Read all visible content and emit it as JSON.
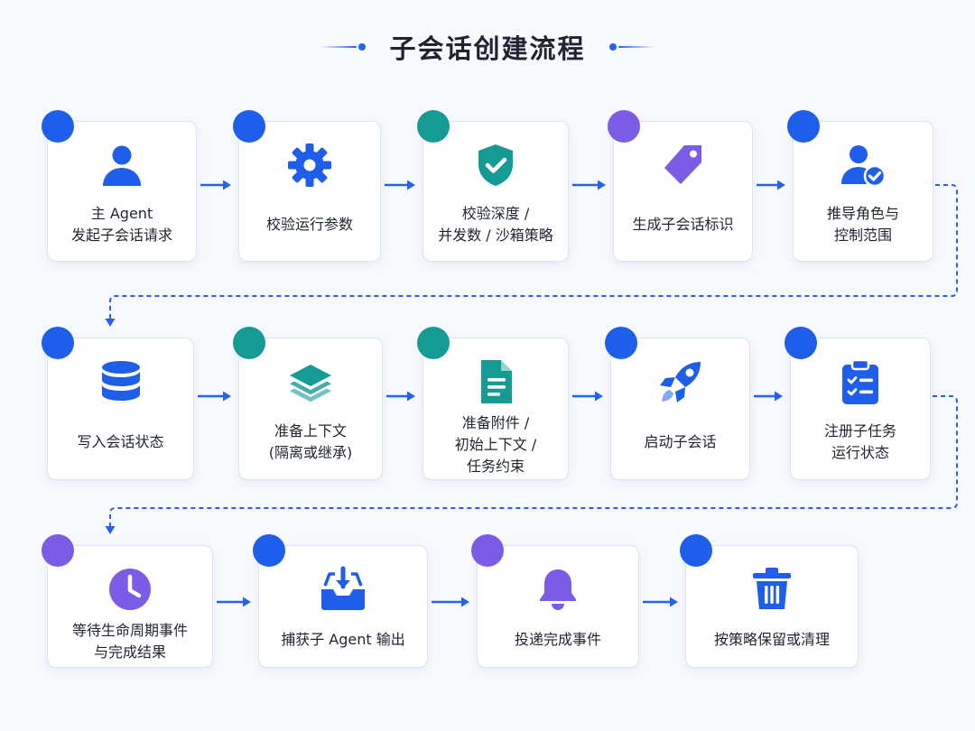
{
  "title": "子会话创建流程",
  "colors": {
    "blue": "#1e5eea",
    "teal": "#169a94",
    "purple": "#7b5ce6",
    "arrow": "#2563eb"
  },
  "steps": [
    {
      "label": "主 Agent\n发起子会话请求",
      "icon": "user-icon",
      "color": "blue"
    },
    {
      "label": "校验运行参数",
      "icon": "gear-icon",
      "color": "blue"
    },
    {
      "label": "校验深度 /\n并发数 / 沙箱策略",
      "icon": "shield-check-icon",
      "color": "teal"
    },
    {
      "label": "生成子会话标识",
      "icon": "tag-icon",
      "color": "purple"
    },
    {
      "label": "推导角色与\n控制范围",
      "icon": "user-check-icon",
      "color": "blue"
    },
    {
      "label": "写入会话状态",
      "icon": "database-icon",
      "color": "blue"
    },
    {
      "label": "准备上下文\n(隔离或继承)",
      "icon": "layers-icon",
      "color": "teal"
    },
    {
      "label": "准备附件 /\n初始上下文 /\n任务约束",
      "icon": "document-icon",
      "color": "teal"
    },
    {
      "label": "启动子会话",
      "icon": "rocket-icon",
      "color": "blue"
    },
    {
      "label": "注册子任务\n运行状态",
      "icon": "clipboard-check-icon",
      "color": "blue"
    },
    {
      "label": "等待生命周期事件\n与完成结果",
      "icon": "clock-icon",
      "color": "purple"
    },
    {
      "label": "捕获子 Agent 输出",
      "icon": "inbox-download-icon",
      "color": "blue"
    },
    {
      "label": "投递完成事件",
      "icon": "bell-icon",
      "color": "purple"
    },
    {
      "label": "按策略保留或清理",
      "icon": "trash-icon",
      "color": "blue"
    }
  ]
}
